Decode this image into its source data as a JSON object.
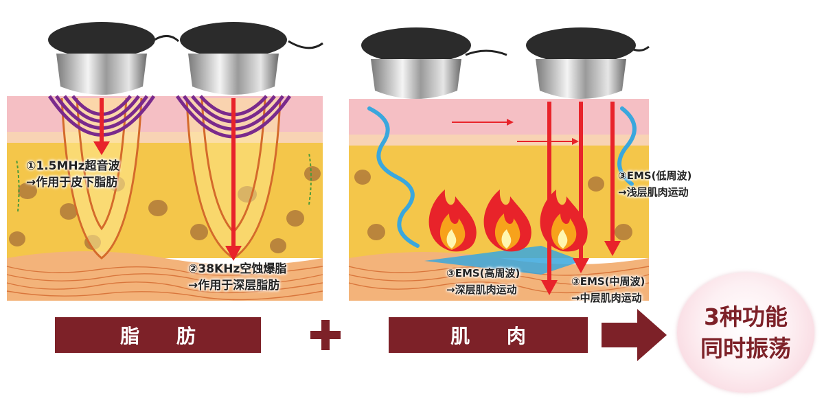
{
  "fat_panel": {
    "ultrasound_line1": "①1.5MHz超音波",
    "ultrasound_line2": "→作用于皮下脂肪",
    "cavitation_line1": "②38KHz空蚀爆脂",
    "cavitation_line2": "→作用于深层脂肪"
  },
  "muscle_panel": {
    "ems_low_line1": "③EMS(低周波)",
    "ems_low_line2": "→浅层肌肉运动",
    "ems_high_line1": "③EMS(高周波)",
    "ems_high_line2": "→深层肌肉运动",
    "ems_mid_line1": "③EMS(中周波)",
    "ems_mid_line2": "→中层肌肉运动"
  },
  "bars": {
    "fat_label": "脂 肪",
    "muscle_label": "肌 肉"
  },
  "badge": {
    "line1": "3种功能",
    "line2": "同时振荡"
  },
  "colors": {
    "bar": "#7d2128",
    "arrow_red": "#e8232a",
    "wave_purple": "#7a2a8c",
    "wave_blue": "#3aa7dd",
    "skin_pink": "#f5bfc4",
    "fat_yellow": "#f4c64a",
    "muscle_orange": "#f3b37a"
  },
  "icons": [
    "probe-head-icon",
    "flame-icon",
    "plus-icon",
    "right-arrow-icon"
  ]
}
